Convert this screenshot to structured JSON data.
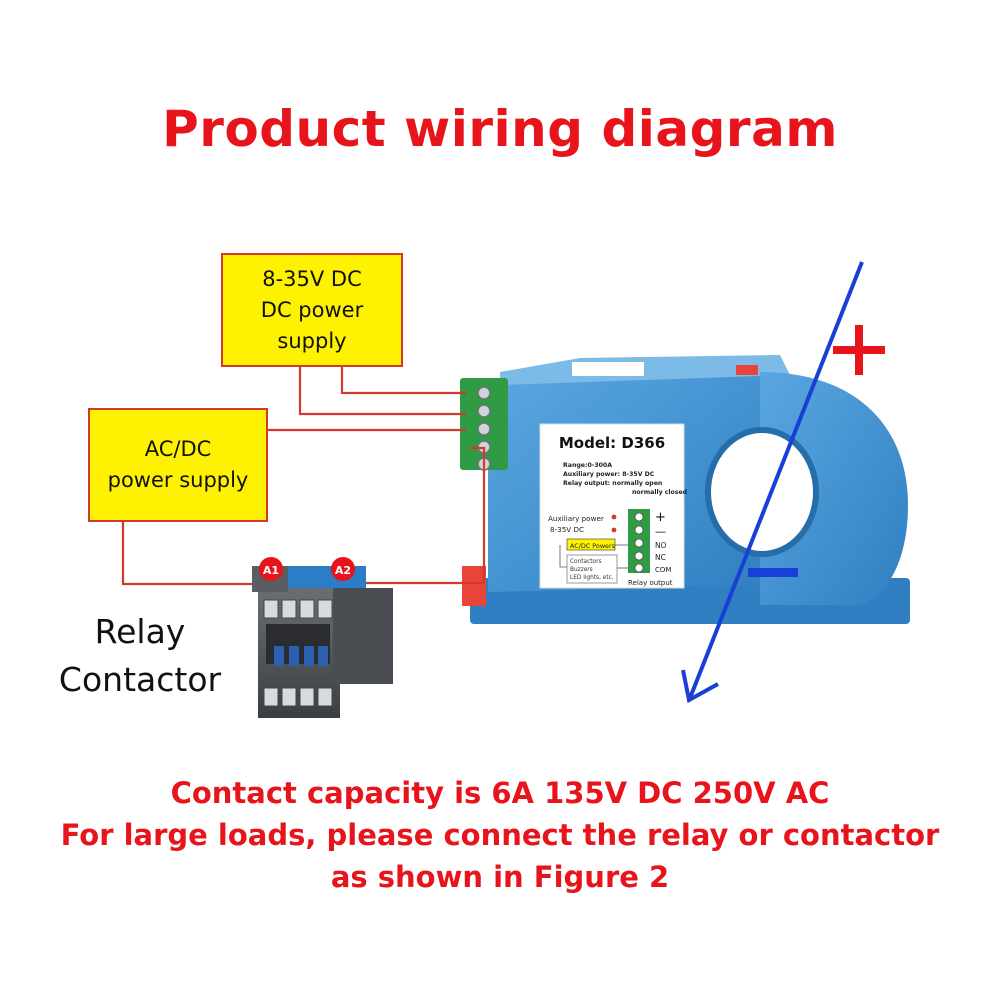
{
  "title": "Product wiring diagram",
  "dc_supply": {
    "line1": "8-35V DC",
    "line2": "DC power supply"
  },
  "acdc_supply": {
    "line1": "AC/DC",
    "line2": "power supply"
  },
  "relay": {
    "line1": "Relay",
    "line2": "Contactor",
    "terminal_a1": "A1",
    "terminal_a2": "A2"
  },
  "current_direction": {
    "plus": "+",
    "minus": "−"
  },
  "sensor_label": {
    "model": "Model: D366",
    "range": "Range:0-300A",
    "aux_power": "Auxiliary power: 8-35V DC",
    "relay_output_1": "Relay output: normally open",
    "relay_output_2": "normally closed",
    "aux_label": "Auxiliary power",
    "aux_voltage": "8-35V DC",
    "acdc_tag": "AC/DC Powers",
    "loads_1": "Contactors",
    "loads_2": "Buzzers",
    "loads_3": "LED lights, etc.",
    "plus": "+",
    "minus": "—",
    "no": "NO",
    "nc": "NC",
    "com": "COM",
    "relay_output_caption": "Relay output"
  },
  "footer": {
    "line1": "Contact capacity is 6A 135V DC 250V AC",
    "line2": "For large loads, please connect the relay or contactor",
    "line3": "as shown in Figure 2"
  },
  "colors": {
    "title_red": "#e8141b",
    "wire_red": "#d33a2c",
    "box_yellow": "#fff200",
    "sensor_blue": "#3d8fd0",
    "arrow_blue": "#1a3fd6",
    "terminal_green": "#2f9b45"
  }
}
